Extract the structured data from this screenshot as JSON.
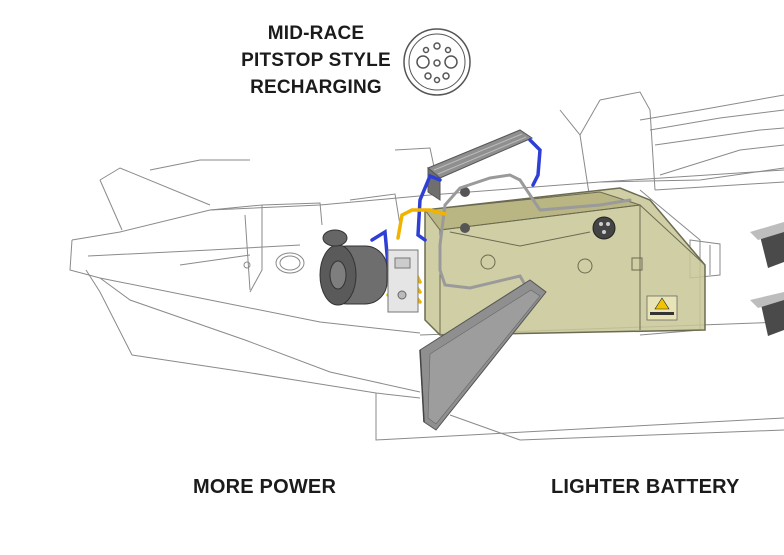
{
  "heading": {
    "line1": "MID-RACE",
    "line2": "PITSTOP STYLE",
    "line3": "RECHARGING"
  },
  "labels": {
    "left": "MORE POWER",
    "right": "LIGHTER BATTERY"
  },
  "icons": {
    "connector": "charging-connector-icon",
    "warning": "high-voltage-warning-icon"
  },
  "colors": {
    "line": "#8a8a8a",
    "battery_fill": "#c8c594",
    "battery_stroke": "#6b6b52",
    "cooler": "#8f8f8f",
    "cable_blue": "#2f3fd6",
    "cable_gold": "#f0b400",
    "motor": "#6e6e6e",
    "dark_part": "#4a4a4a"
  }
}
